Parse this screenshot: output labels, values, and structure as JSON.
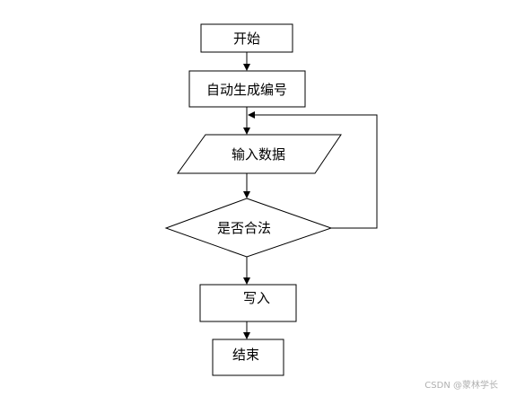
{
  "diagram": {
    "nodes": {
      "start": {
        "label": "开始",
        "shape": "rectangle"
      },
      "generate_id": {
        "label": "自动生成编号",
        "shape": "rectangle"
      },
      "input_data": {
        "label": "输入数据",
        "shape": "parallelogram"
      },
      "check_valid": {
        "label": "是否合法",
        "shape": "diamond"
      },
      "write": {
        "label": "写入",
        "shape": "rectangle"
      },
      "end": {
        "label": "结束",
        "shape": "rectangle"
      }
    },
    "edges": [
      {
        "from": "start",
        "to": "generate_id"
      },
      {
        "from": "generate_id",
        "to": "input_data"
      },
      {
        "from": "input_data",
        "to": "check_valid"
      },
      {
        "from": "check_valid",
        "to": "write"
      },
      {
        "from": "check_valid",
        "to": "input_data",
        "type": "loop-back"
      },
      {
        "from": "write",
        "to": "end"
      }
    ]
  },
  "watermark": "CSDN @蒙林学长",
  "colors": {
    "stroke": "#000000",
    "text": "#000000",
    "watermark": "#b0b0b0"
  }
}
